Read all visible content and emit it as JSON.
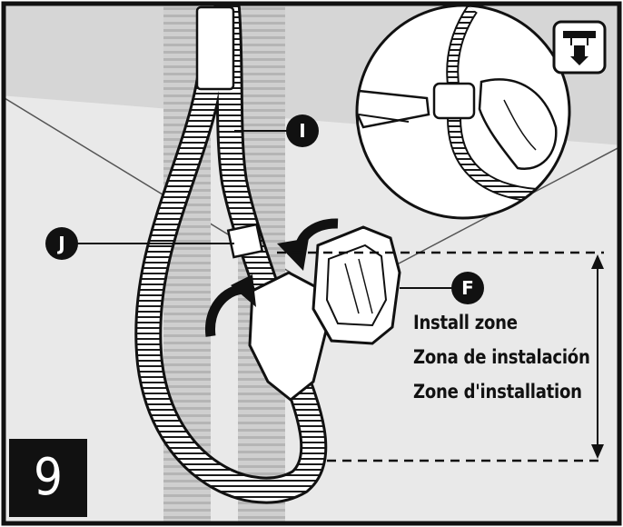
{
  "step": {
    "number": "9"
  },
  "callouts": {
    "I": "I",
    "J": "J",
    "F": "F"
  },
  "install_zone": {
    "lines": [
      "Install zone",
      "Zona de instalación",
      "Zone d'installation"
    ]
  },
  "icons": {
    "corner_icon": "pool-wall-down-arrow-icon"
  },
  "colors": {
    "frame": "#111111",
    "wall_light": "#e6e6e6",
    "wall_mid": "#d4d4d4",
    "hose_background": "#c8c8c8",
    "callout_fill": "#111111"
  }
}
